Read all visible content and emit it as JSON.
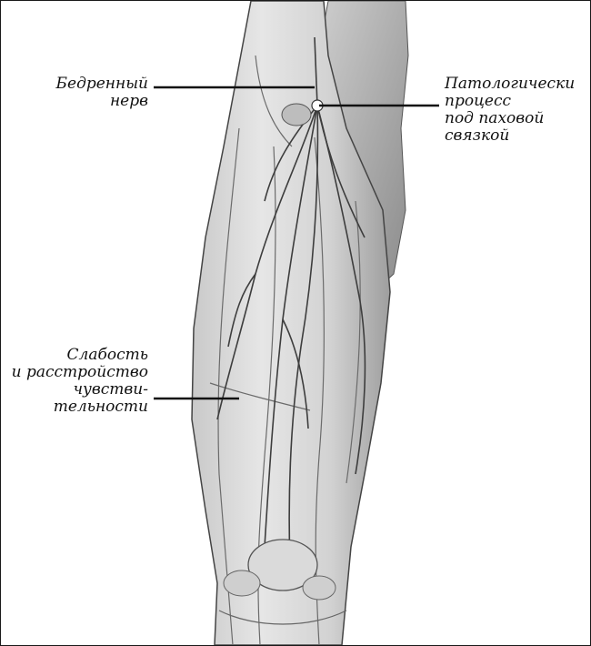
{
  "labels": {
    "femoral_nerve": "Бедренный\nнерв",
    "pathologic_process": "Патологически\nпроцесс\nпод паховой\nсвязкой",
    "weakness": "Слабость\nи расстройство\nчувстви-\nтельности"
  },
  "colors": {
    "leader": "#111111",
    "frame": "#1a1a1a"
  }
}
